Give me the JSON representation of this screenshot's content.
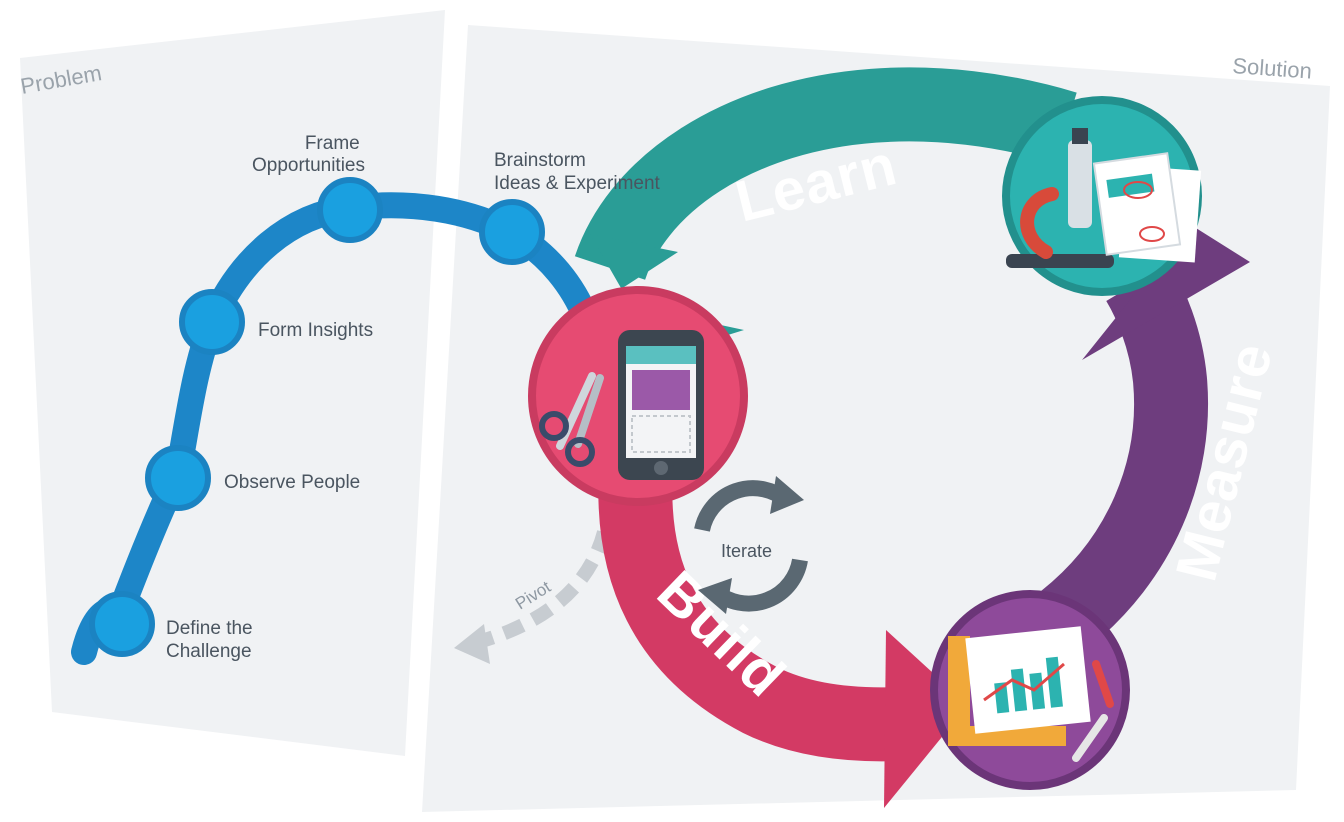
{
  "panels": {
    "problem_label": "Problem",
    "solution_label": "Solution"
  },
  "problem_steps": [
    {
      "label": [
        "Define the",
        "Challenge"
      ]
    },
    {
      "label": [
        "Observe People"
      ]
    },
    {
      "label": [
        "Form Insights"
      ]
    },
    {
      "label": [
        "Frame",
        "Opportunities"
      ]
    },
    {
      "label": [
        "Brainstorm",
        "Ideas & Experiment"
      ]
    }
  ],
  "cycle": {
    "learn_label": "Learn",
    "measure_label": "Measure",
    "build_label": "Build",
    "iterate_label": "Iterate",
    "pivot_label": "Pivot"
  },
  "colors": {
    "panel_bg": "#f0f2f4",
    "path_blue": "#1d86c8",
    "node_blue": "#1aa0e0",
    "learn_teal": "#2a9d96",
    "measure_purple": "#6e3d7e",
    "build_red": "#d33a64",
    "build_circle": "#e64b72",
    "learn_circle": "#2cb3b0",
    "measure_circle": "#8e4a9a",
    "iterate_gray": "#5a6872",
    "pivot_gray": "#c7ccd1"
  }
}
